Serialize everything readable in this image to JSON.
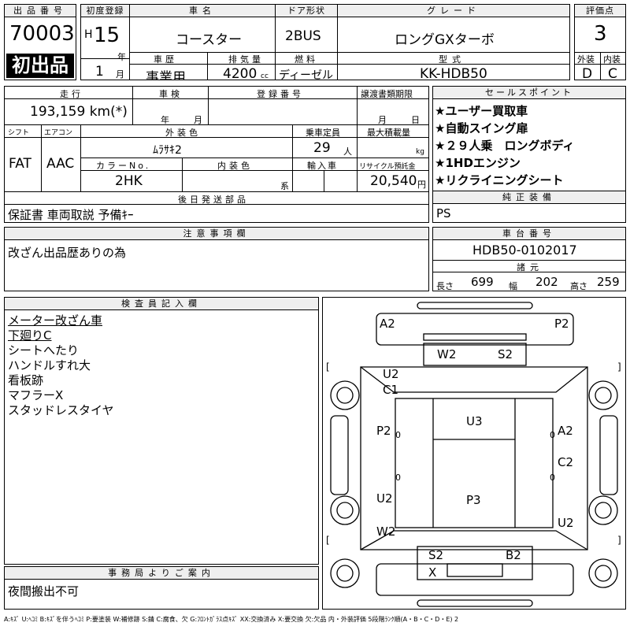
{
  "top": {
    "lot_header": "出品番号",
    "lot_number": "70003",
    "first_listing": "初出品",
    "reg_header": "初度登録",
    "era": "H",
    "reg_year": "15",
    "year_unit": "年",
    "reg_month": "1",
    "month_unit": "月",
    "model_header": "車名",
    "model": "コースター",
    "door_header": "ドア形状",
    "door": "2BUS",
    "grade_header": "グレード",
    "grade": "ロングGXターボ",
    "score_header": "評価点",
    "score": "3",
    "history_header": "車歴",
    "history": "事業用",
    "disp_header": "排気量",
    "displacement": "4200",
    "disp_unit": "cc",
    "fuel_header": "燃料",
    "fuel": "ディーゼル",
    "type_header": "型式",
    "model_code": "KK-HDB50",
    "ext_header": "外装",
    "ext_grade": "D",
    "int_header": "内装",
    "int_grade": "C"
  },
  "mid": {
    "mileage_header": "走行",
    "mileage": "193,159 km(*)",
    "inspection_header": "車検",
    "insp_year": "年",
    "insp_month": "月",
    "plate_header": "登録番号",
    "delivery_header": "譲渡書類期限",
    "deliv_month": "月",
    "deliv_day": "日",
    "shift_header": "シフト",
    "shift": "FAT",
    "ac_header": "エアコン",
    "ac": "AAC",
    "color_header": "外装色",
    "color": "ﾑﾗｻｷ2",
    "seats_header": "乗車定員",
    "seats": "29",
    "seats_unit": "人",
    "load_header": "最大積載量",
    "load_unit": "kg",
    "colorno_header": "カラーNo.",
    "colorno": "2HK",
    "intcolor_header": "内装色",
    "intcolor_unit": "系",
    "import_header": "輸入車",
    "recycle_header": "リサイクル預託金",
    "recycle": "20,540",
    "recycle_unit": "円",
    "later_header": "後日発送部品",
    "later": "保証書 車両取説 予備ｷｰ",
    "sales_header": "セールスポイント",
    "sales": [
      "★ユーザー買取車",
      "★自動スイング扉",
      "★２９人乗　ロングボディ",
      "★1HDエンジン",
      "★リクライニングシート"
    ],
    "equip_header": "純正装備",
    "equip": "PS"
  },
  "notes": {
    "caution_header": "注意事項欄",
    "caution": "改ざん出品歴ありの為",
    "chassis_header": "車台番号",
    "chassis": "HDB50-0102017",
    "dims_header": "諸元",
    "len_label": "長さ",
    "len": "699",
    "wid_label": "幅",
    "wid": "202",
    "hei_label": "高さ",
    "hei": "259"
  },
  "inspector": {
    "header": "検査員記入欄",
    "lines": [
      "メーター改ざん車",
      "下廻りC",
      "シートへたり",
      "ハンドルすれ大",
      "看板跡",
      "マフラーX",
      "スタッドレスタイヤ"
    ]
  },
  "office": {
    "header": "事務局よりご案内",
    "text": "夜間搬出不可"
  },
  "diagram": {
    "marks": {
      "front_left": "A2",
      "front_right": "P2",
      "hood_left": "W2",
      "hood_right": "S2",
      "panel_top": "U2",
      "panel_top2": "C1",
      "side_l_top": "P2",
      "side_r_top": "A2",
      "roof": "U3",
      "side_r_mid": "C2",
      "side_l_bot": "U2",
      "side_l_bot2": "W2",
      "floor": "P3",
      "side_r_bot": "U2",
      "rear_left": "S2",
      "rear_right": "B2",
      "rear_x": "X",
      "small_o": "0"
    }
  },
  "legend": "A:ｷｽﾞ U:ﾍｺﾐ B:ｷｽﾞを伴うﾍｺﾐ P:要塗装 W:補修跡 S:錆 C:腐食、欠 G:ﾌﾛﾝﾄｶﾞﾗｽ点ｷｽﾞ XX:交換済み X:要交換 欠:欠品 内・外装評価 5段階ﾗﾝｸ順(A・B・C・D・E) 2"
}
